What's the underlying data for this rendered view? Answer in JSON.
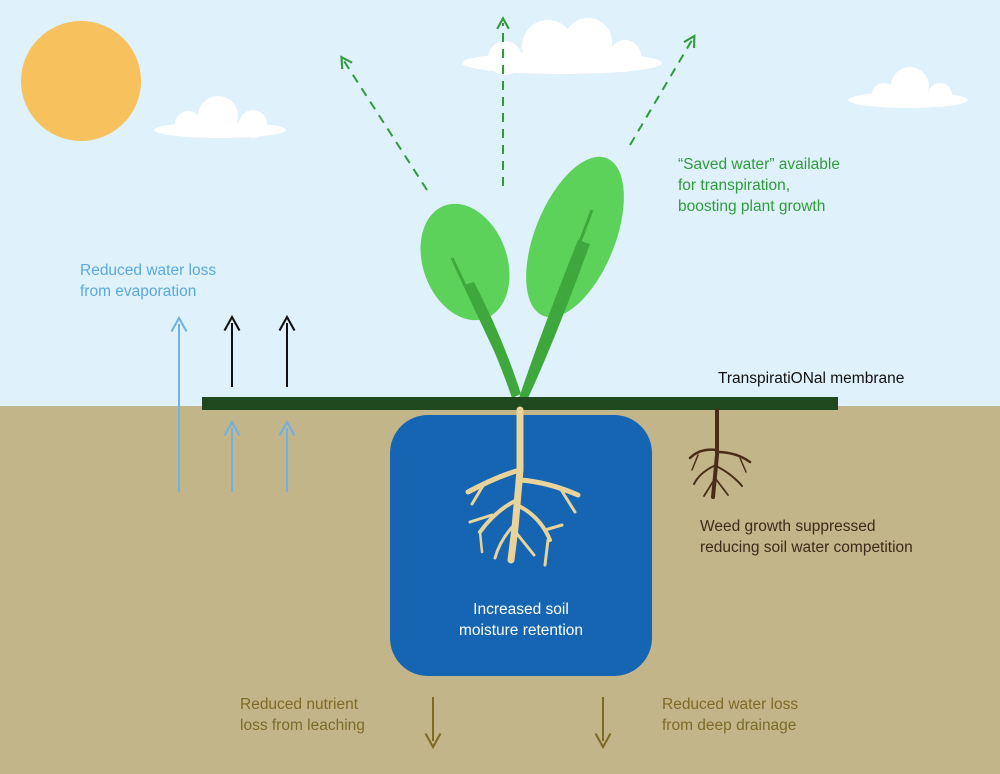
{
  "labels": {
    "saved_water": [
      "“Saved water” available",
      "for transpiration,",
      "boosting plant growth"
    ],
    "evaporation": [
      "Reduced water loss",
      "from evaporation"
    ],
    "membrane": "TranspiratiONal membrane",
    "weed": [
      "Weed growth suppressed",
      "reducing soil water competition"
    ],
    "moisture": [
      "Increased soil",
      "moisture retention"
    ],
    "leaching": [
      "Reduced nutrient",
      "loss from leaching"
    ],
    "drainage": [
      "Reduced water loss",
      "from deep drainage"
    ]
  },
  "colors": {
    "sky": "#dff1fb",
    "soil": "#c3b58a",
    "sun": "#f7c25e",
    "cloud": "#ffffff",
    "membrane": "#1f4a20",
    "leaf": "#5dd25a",
    "leaf_vein": "#3ea83c",
    "moisture_box": "#1565b3",
    "root": "#e8d49a",
    "weed_root": "#4a2d18",
    "transpiration_arrow": "#2f9c3c",
    "evaporation_arrow": "#6fb2e3",
    "surface_arrow": "#111111",
    "drainage_arrow": "#7d6a26"
  },
  "icons": [
    "sun-icon",
    "cloud-icon",
    "plant-icon",
    "root-icon",
    "weed-root-icon",
    "arrow-up-icon",
    "arrow-down-icon"
  ]
}
